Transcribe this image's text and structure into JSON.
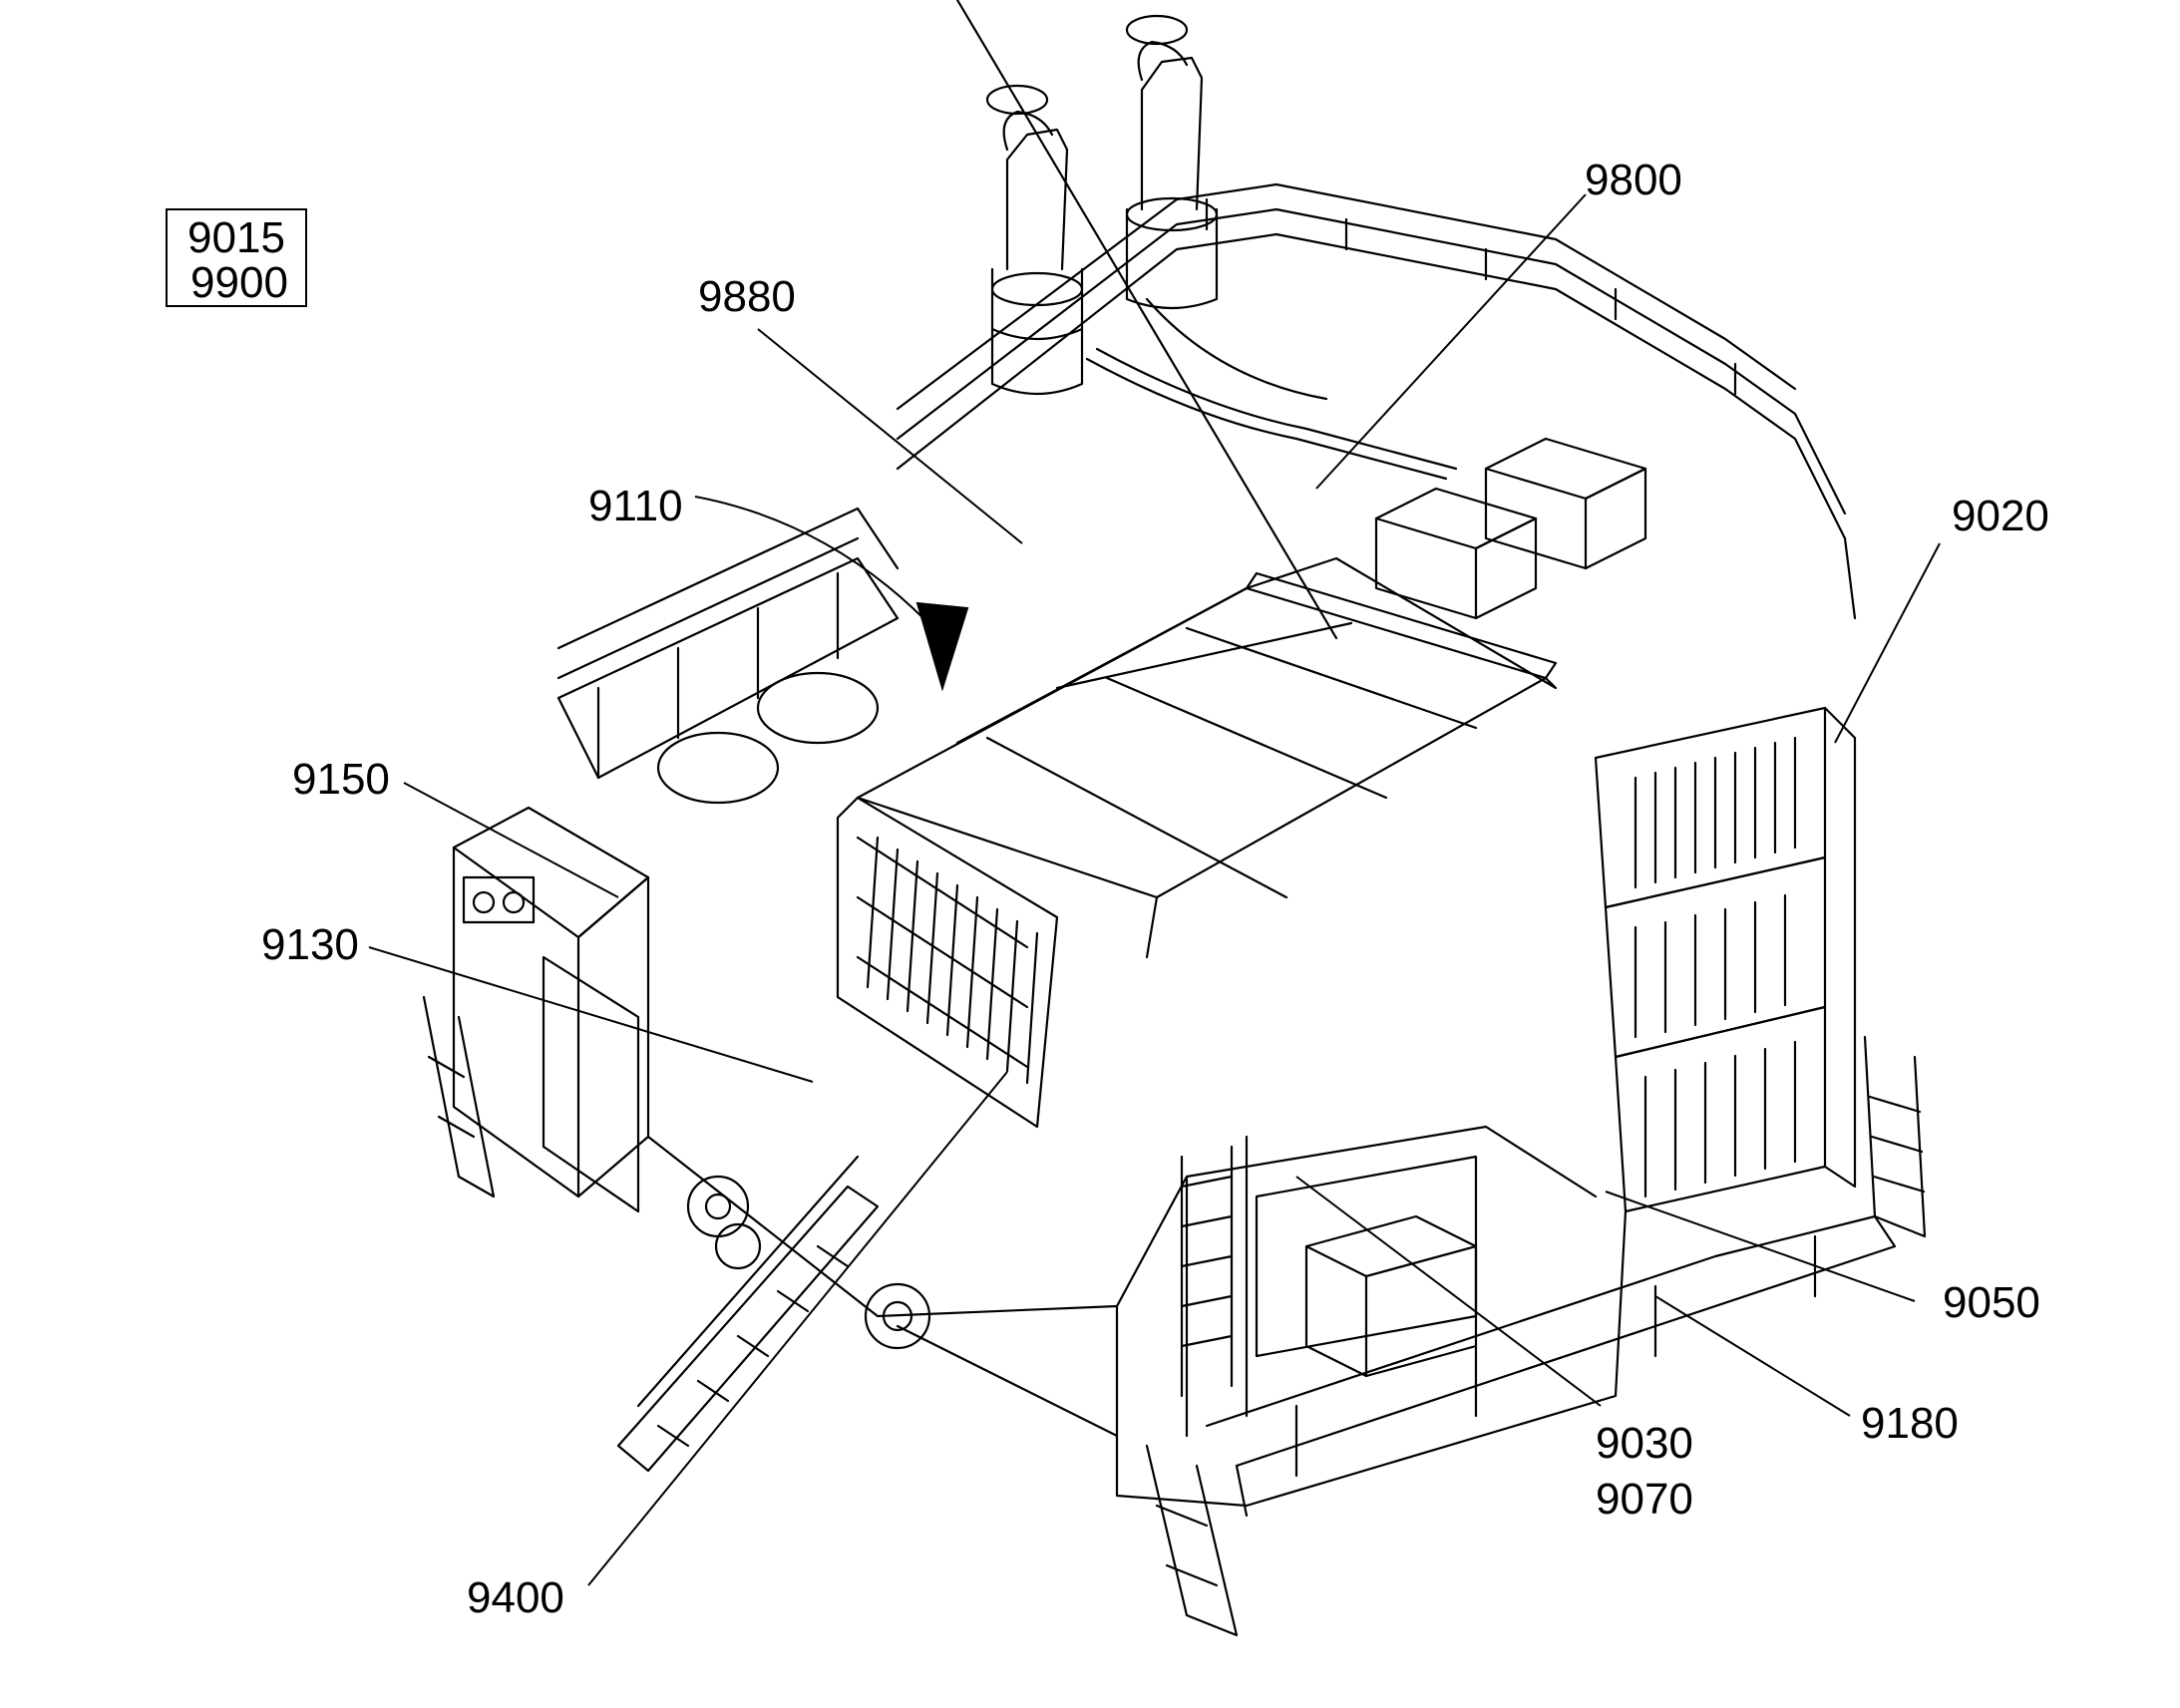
{
  "figure": {
    "boxed_reference": {
      "line1": "9015",
      "line2": "9900"
    },
    "callouts": {
      "c9800": "9800",
      "c9880": "9880",
      "c9110": "9110",
      "c9020": "9020",
      "c9150": "9150",
      "c9130": "9130",
      "c9050": "9050",
      "c9180": "9180",
      "c9030": "9030",
      "c9070": "9070",
      "c9400": "9400"
    },
    "ink_color": "#000000",
    "background": "#ffffff"
  }
}
